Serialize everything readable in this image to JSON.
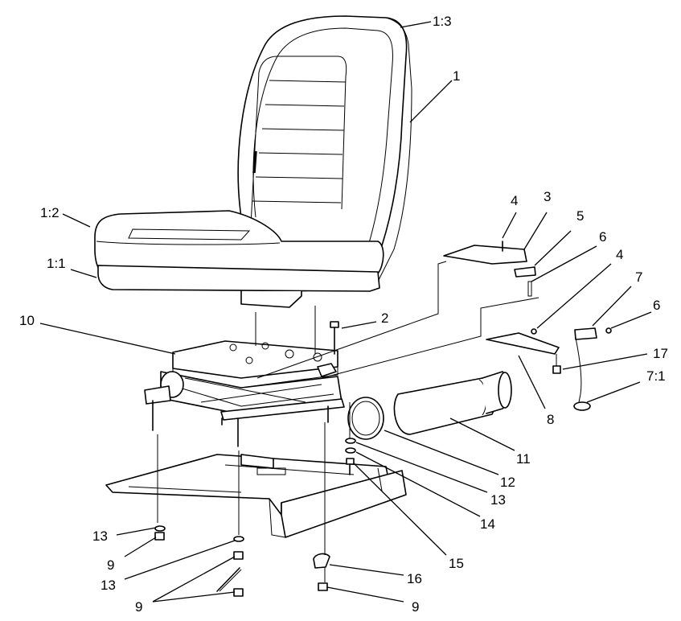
{
  "callouts": [
    {
      "id": "c-1-3",
      "text": "1:3"
    },
    {
      "id": "c-1",
      "text": "1"
    },
    {
      "id": "c-1-2",
      "text": "1:2"
    },
    {
      "id": "c-1-1",
      "text": "1:1"
    },
    {
      "id": "c-4a",
      "text": "4"
    },
    {
      "id": "c-3",
      "text": "3"
    },
    {
      "id": "c-5",
      "text": "5"
    },
    {
      "id": "c-6a",
      "text": "6"
    },
    {
      "id": "c-4b",
      "text": "4"
    },
    {
      "id": "c-7",
      "text": "7"
    },
    {
      "id": "c-6b",
      "text": "6"
    },
    {
      "id": "c-10",
      "text": "10"
    },
    {
      "id": "c-2",
      "text": "2"
    },
    {
      "id": "c-17",
      "text": "17"
    },
    {
      "id": "c-7-1",
      "text": "7:1"
    },
    {
      "id": "c-8",
      "text": "8"
    },
    {
      "id": "c-11",
      "text": "11"
    },
    {
      "id": "c-12",
      "text": "12"
    },
    {
      "id": "c-13a",
      "text": "13"
    },
    {
      "id": "c-14",
      "text": "14"
    },
    {
      "id": "c-15",
      "text": "15"
    },
    {
      "id": "c-16",
      "text": "16"
    },
    {
      "id": "c-13b",
      "text": "13"
    },
    {
      "id": "c-9a",
      "text": "9"
    },
    {
      "id": "c-13c",
      "text": "13"
    },
    {
      "id": "c-9b",
      "text": "9"
    },
    {
      "id": "c-9c",
      "text": "9"
    }
  ]
}
